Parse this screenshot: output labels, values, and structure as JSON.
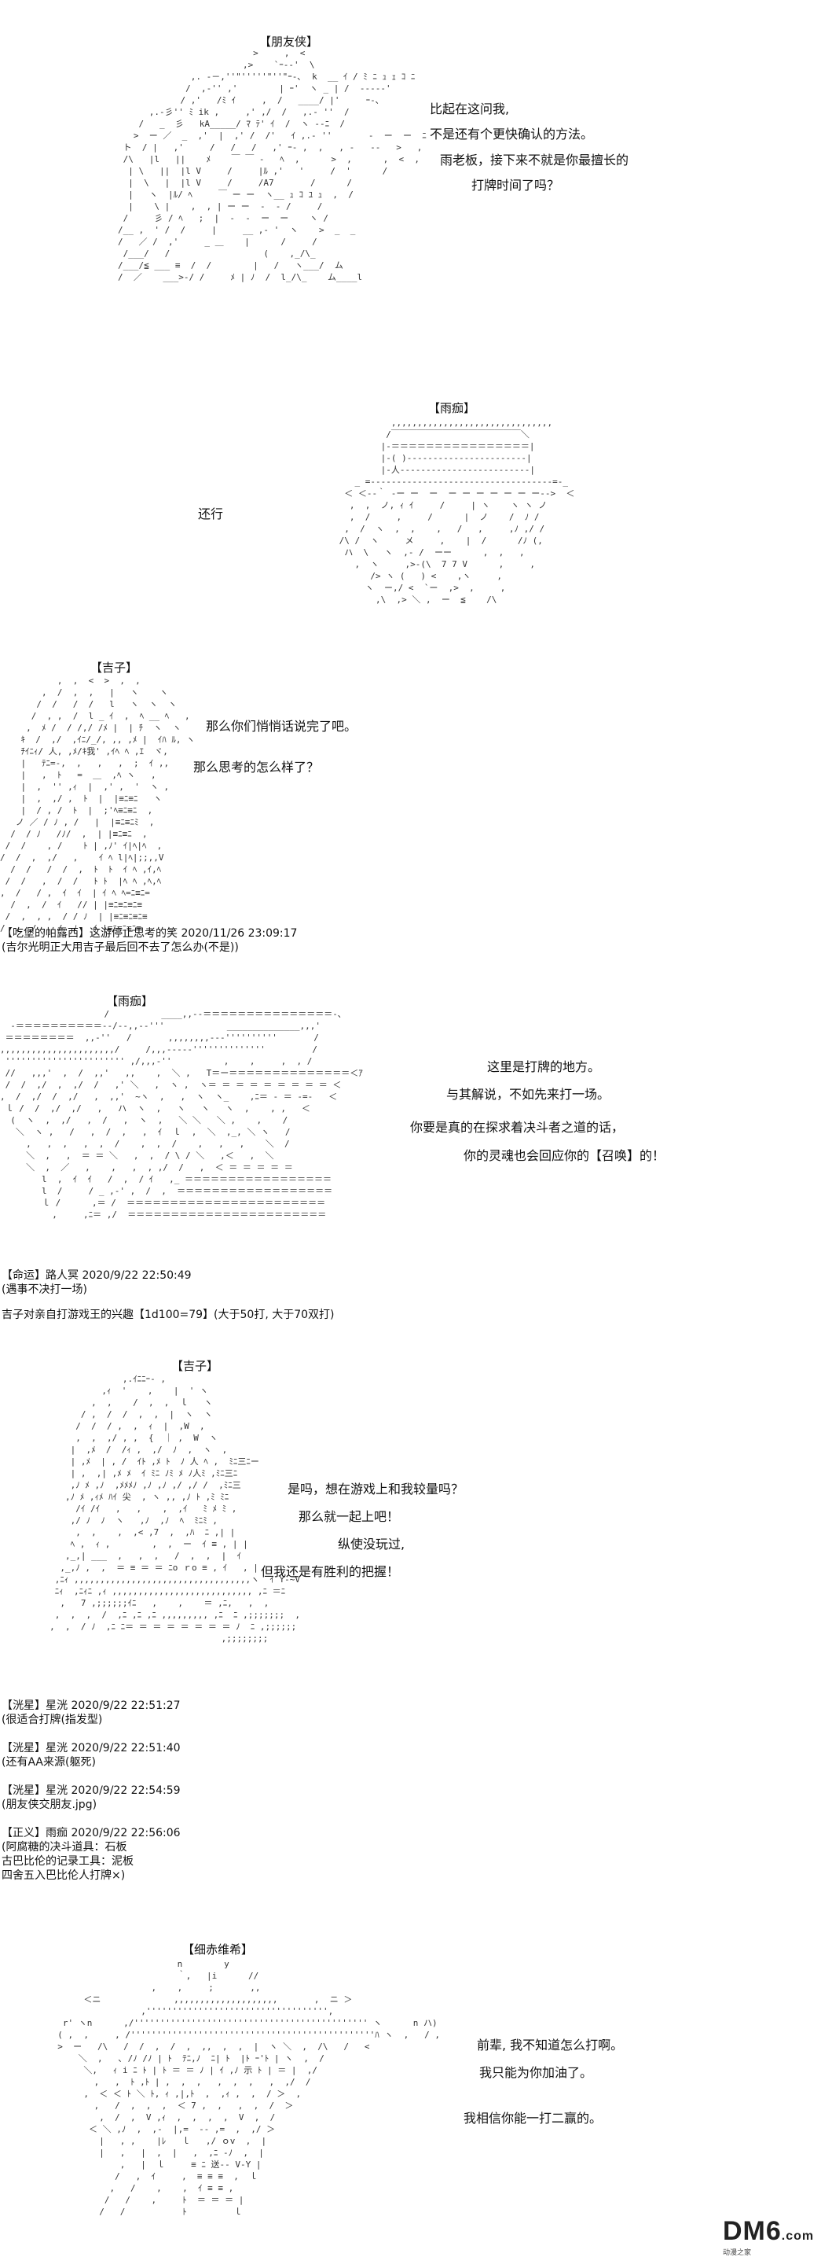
{
  "panels": [
    {
      "speaker": "【朋友侠】",
      "lines": [
        "比起在这问我,",
        "不是还有个更快确认的方法。",
        "雨老板，接下来不就是你最擅长的",
        "打牌时间了吗？"
      ],
      "meta": []
    },
    {
      "speaker": "【雨痂】",
      "lines": [
        "还行"
      ],
      "meta": []
    },
    {
      "speaker": "【吉子】",
      "lines": [
        "那么你们悄悄话说完了吧。",
        "那么思考的怎么样了？"
      ],
      "meta": [
        "【吃堡的帕露西】这游停止思考的笑 2020/11/26 23:09:17",
        "(吉尔光明正大用吉子最后回不去了怎么办(不是))"
      ]
    },
    {
      "speaker": "【雨痂】",
      "lines": [
        "这里是打牌的地方。",
        "与其解说，不如先来打一场。",
        "你要是真的在探求着决斗者之道的话，",
        "你的灵魂也会回应你的【召唤】的！"
      ],
      "meta": [
        "【命运】路人冥 2020/9/22 22:50:49",
        "(遇事不决打一场)",
        "吉子对亲自打游戏王的兴趣【1d100=79】(大于50打, 大于70双打)"
      ]
    },
    {
      "speaker": "【吉子】",
      "lines": [
        "是吗，想在游戏上和我较量吗？",
        "那么就一起上吧！",
        "纵使没玩过,",
        "但我还是有胜利的把握！"
      ],
      "meta": [
        "【洸星】星洸 2020/9/22 22:51:27",
        "(很适合打牌(指发型)",
        "",
        "【洸星】星洸 2020/9/22 22:51:40",
        "(还有AA来源(躯死)",
        "",
        "【洸星】星洸 2020/9/22 22:54:59",
        "(朋友侠交朋友.jpg)",
        "",
        "【正义】雨痂 2020/9/22 22:56:06",
        "(阿腐糖的决斗道具：石板",
        "古巴比伦的记录工具：泥板",
        "四舍五入巴比伦人打牌×)"
      ]
    },
    {
      "speaker": "【细赤维希】",
      "lines": [
        "前辈, 我不知道怎么打啊。",
        "我只能为你加油了。",
        "我相信你能一打二赢的。"
      ],
      "meta": []
    }
  ],
  "watermark": {
    "text": "DM6",
    "suffix": ".com",
    "sub": "动漫之家"
  },
  "colors": {
    "ink": "#111111",
    "art": "#333333",
    "background": "#ffffff"
  }
}
